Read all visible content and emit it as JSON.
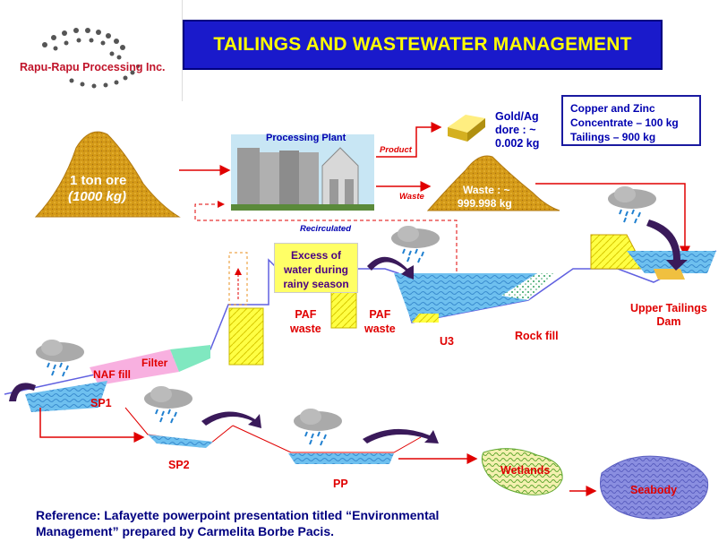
{
  "logo": {
    "company": "Rapu-Rapu Processing Inc."
  },
  "title": "TAILINGS AND WASTEWATER  MANAGEMENT",
  "ore": {
    "line1": "1 ton ore",
    "line2": "(1000 kg)"
  },
  "plant": {
    "label": "Processing  Plant"
  },
  "flows": {
    "product": "Product",
    "waste": "Waste",
    "recirculated": "Recirculated"
  },
  "dore": {
    "line1": "Gold/Ag",
    "line2": "dore : ~",
    "line3": "0.002 kg"
  },
  "waste_pile": {
    "line1": "Waste : ~",
    "line2": "999.998 kg"
  },
  "concentrate_box": {
    "line1": "Copper and Zinc",
    "line2": "Concentrate  – 100 kg",
    "line3": "Tailings  – 900 kg"
  },
  "excess_box": {
    "line1": "Excess of",
    "line2": "water during",
    "line3": "rainy season"
  },
  "labels": {
    "paf_left": {
      "line1": "PAF",
      "line2": "waste"
    },
    "paf_right": {
      "line1": "PAF",
      "line2": "waste"
    },
    "u3": "U3",
    "rock_fill": "Rock fill",
    "upper_tailings": {
      "line1": "Upper Tailings",
      "line2": "Dam"
    },
    "naf_fill": "NAF fill",
    "filter": "Filter",
    "sp1": "SP1",
    "sp2": "SP2",
    "pp": "PP",
    "wetlands": "Wetlands",
    "seabody": "Seabody"
  },
  "reference": {
    "line1": "Reference: Lafayette powerpoint presentation titled “Environmental",
    "line2": "Management” prepared by Carmelita Borbe Pacis."
  },
  "colors": {
    "title_bg": "#1a1acb",
    "title_text": "#ffff00",
    "label_red": "#e00000",
    "label_blue": "#0000b0",
    "water": "#5ab4e8",
    "ore": "#d4a020"
  }
}
